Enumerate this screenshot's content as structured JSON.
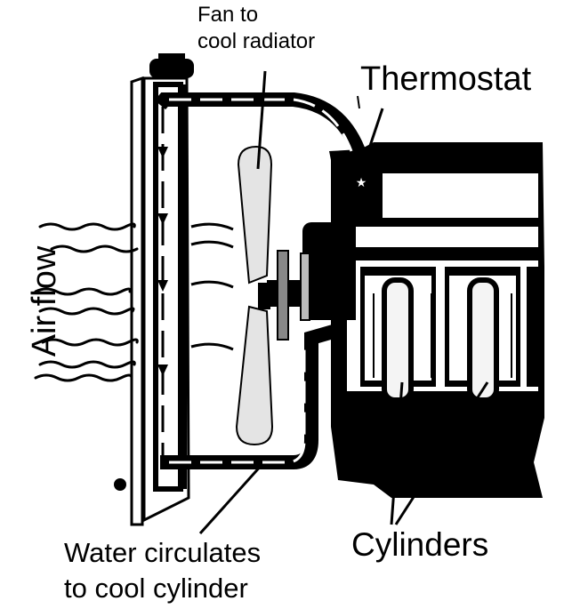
{
  "labels": {
    "fan": [
      "Fan to",
      "cool radiator"
    ],
    "thermostat": "Thermostat",
    "air_flow": "Air flow",
    "water": [
      "Water circulates",
      "to cool cylinder"
    ],
    "cylinders": "Cylinders"
  },
  "colors": {
    "ink": "#000000",
    "paper": "#ffffff",
    "fan_blade": "#e4e4e4"
  }
}
